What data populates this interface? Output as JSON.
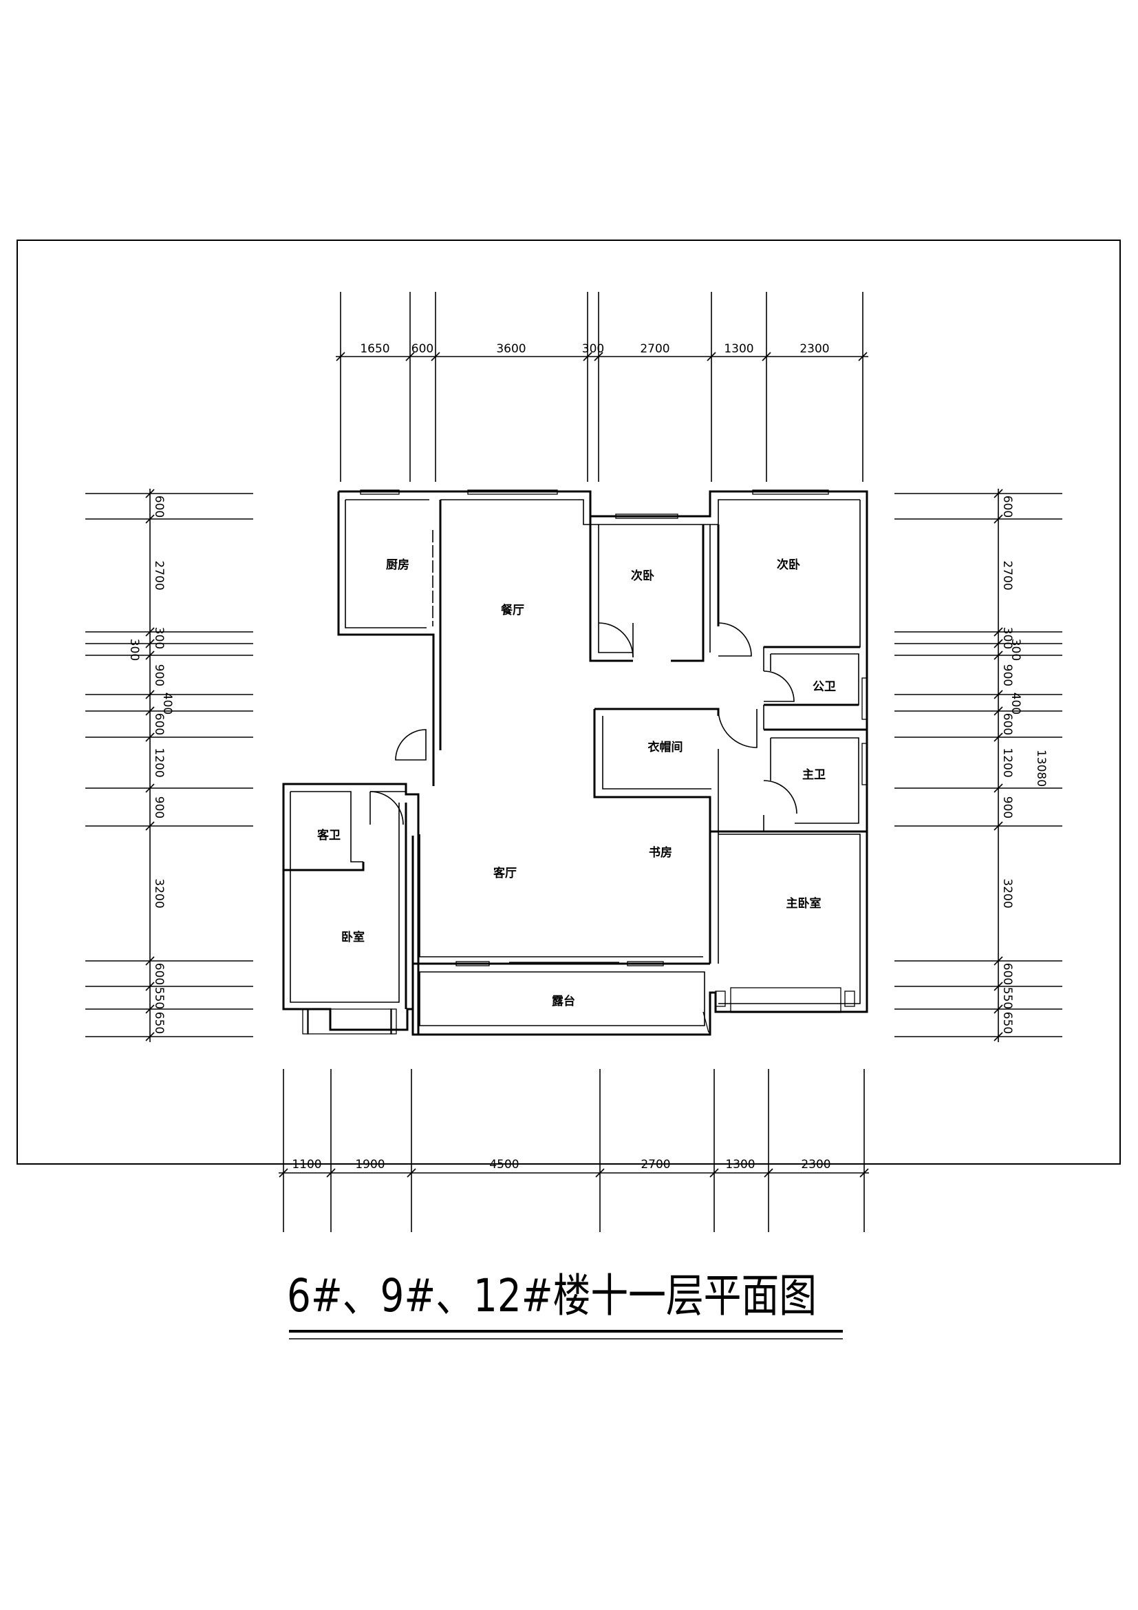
{
  "title": "6#、9#、12#楼十一层平面图",
  "rooms": {
    "kitchen": "厨房",
    "dining": "餐厅",
    "bedroom2a": "次卧",
    "bedroom2b": "次卧",
    "public_bath": "公卫",
    "cloakroom": "衣帽间",
    "master_bath": "主卫",
    "guest_bath": "客卫",
    "living": "客厅",
    "study": "书房",
    "master_bedroom": "主卧室",
    "bedroom": "卧室",
    "terrace": "露台"
  },
  "dims_top": [
    "1650",
    "600",
    "3600",
    "300",
    "2700",
    "1300",
    "2300"
  ],
  "dims_bottom": [
    "1100",
    "1900",
    "4500",
    "2700",
    "1300",
    "2300"
  ],
  "dims_left": [
    "600",
    "2700",
    "300",
    "300",
    "900",
    "400",
    "600",
    "1200",
    "900",
    "3200",
    "600",
    "550",
    "650"
  ],
  "dims_right": [
    "600",
    "2700",
    "300",
    "300",
    "900",
    "400",
    "600",
    "1200",
    "900",
    "3200",
    "600",
    "550",
    "650"
  ],
  "dims_right_total": "13080"
}
